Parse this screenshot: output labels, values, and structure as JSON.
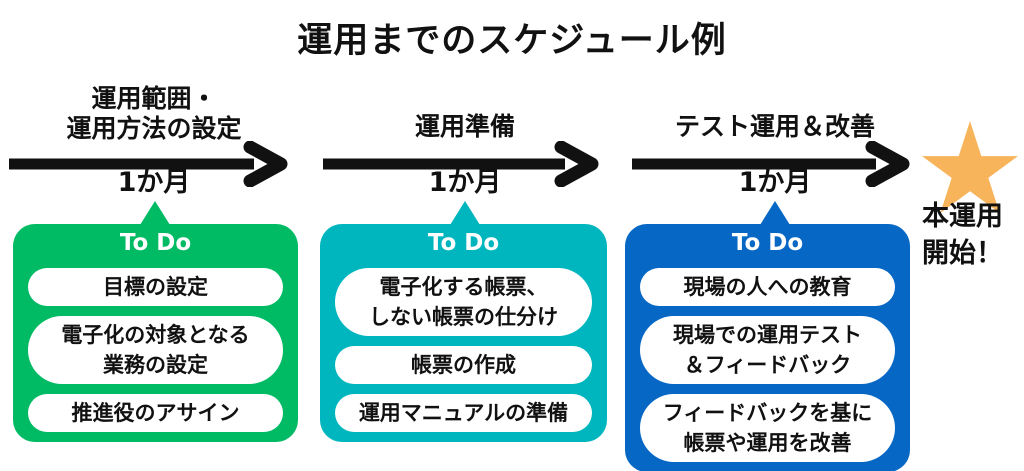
{
  "title": "運用までのスケジュール例",
  "colors": {
    "arrow": "#111111",
    "box_green": "#00BB63",
    "box_teal": "#00B6BE",
    "box_blue": "#0667C4",
    "star": "#F8B45B",
    "pill_background": "#FFFFFF",
    "text": "#111111"
  },
  "phases": [
    {
      "label_line1": "運用範囲・",
      "label_line2": "運用方法の設定",
      "duration": "1か月"
    },
    {
      "label_line1": "運用準備",
      "duration": "1か月"
    },
    {
      "label_line1": "テスト運用＆改善",
      "duration": "1か月"
    }
  ],
  "milestone": {
    "icon": "star-icon",
    "line1": "本運用",
    "line2": "開始！"
  },
  "todo_boxes": [
    {
      "header": "To Do",
      "items": [
        {
          "line1": "目標の設定"
        },
        {
          "line1": "電子化の対象となる",
          "line2": "業務の設定"
        },
        {
          "line1": "推進役のアサイン"
        }
      ]
    },
    {
      "header": "To Do",
      "items": [
        {
          "line1": "電子化する帳票、",
          "line2": "しない帳票の仕分け"
        },
        {
          "line1": "帳票の作成"
        },
        {
          "line1": "運用マニュアルの準備"
        }
      ]
    },
    {
      "header": "To Do",
      "items": [
        {
          "line1": "現場の人への教育"
        },
        {
          "line1": "現場での運用テスト",
          "line2": "＆フィードバック"
        },
        {
          "line1": "フィードバックを基に",
          "line2": "帳票や運用を改善"
        }
      ]
    }
  ]
}
